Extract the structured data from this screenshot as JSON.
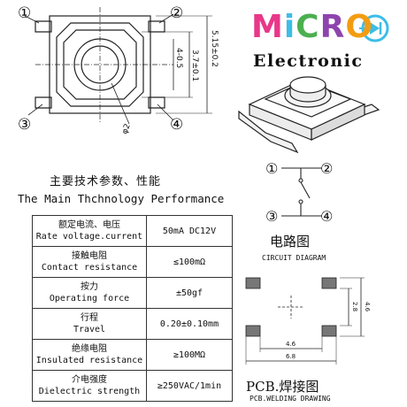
{
  "logo": {
    "brand_letters": [
      {
        "ch": "M",
        "color": "#e8388a"
      },
      {
        "ch": "i",
        "color": "#3dbde8"
      },
      {
        "ch": "C",
        "color": "#4caf50"
      },
      {
        "ch": "R",
        "color": "#8e44ad"
      },
      {
        "ch": "O",
        "color": "#f39c12"
      }
    ],
    "diode_color": "#3dbde8",
    "subtitle": "Electronic"
  },
  "drawing": {
    "pins_top": [
      "①",
      "②"
    ],
    "pins_bottom": [
      "③",
      "④"
    ],
    "dim_outer": "5.15±0.2",
    "dim_inner": "3.7±0.1",
    "dim_button": "4-0.5",
    "dim_phi": "φ2"
  },
  "performance": {
    "title_cn": "主要技术参数、性能",
    "title_en": "The Main Thchnology Performance",
    "rows": [
      {
        "label_cn": "额定电流、电压",
        "label_en": "Rate voltage.current",
        "value": "50mA DC12V"
      },
      {
        "label_cn": "接触电阻",
        "label_en": "Contact resistance",
        "value": "≤100mΩ"
      },
      {
        "label_cn": "按力",
        "label_en": "Operating force",
        "value": "±50gf"
      },
      {
        "label_cn": "行程",
        "label_en": "Travel",
        "value": "0.20±0.10mm"
      },
      {
        "label_cn": "绝缘电阻",
        "label_en": "Insulated resistance",
        "value": "≥100MΩ"
      },
      {
        "label_cn": "介电强度",
        "label_en": "Dielectric strength",
        "value": "≥250VAC/1min"
      }
    ]
  },
  "circuit": {
    "pins": [
      "①",
      "②",
      "③",
      "④"
    ],
    "title_cn": "电路图",
    "title_en": "CIRCUIT DIAGRAM"
  },
  "pcb": {
    "dim_height_outer": "4.6",
    "dim_height_inner": "2.8",
    "dim_width_inner": "4.6",
    "dim_width_outer": "6.8",
    "title": "PCB.焊接图",
    "subtitle": "PCB.WELDING DRAWING"
  }
}
